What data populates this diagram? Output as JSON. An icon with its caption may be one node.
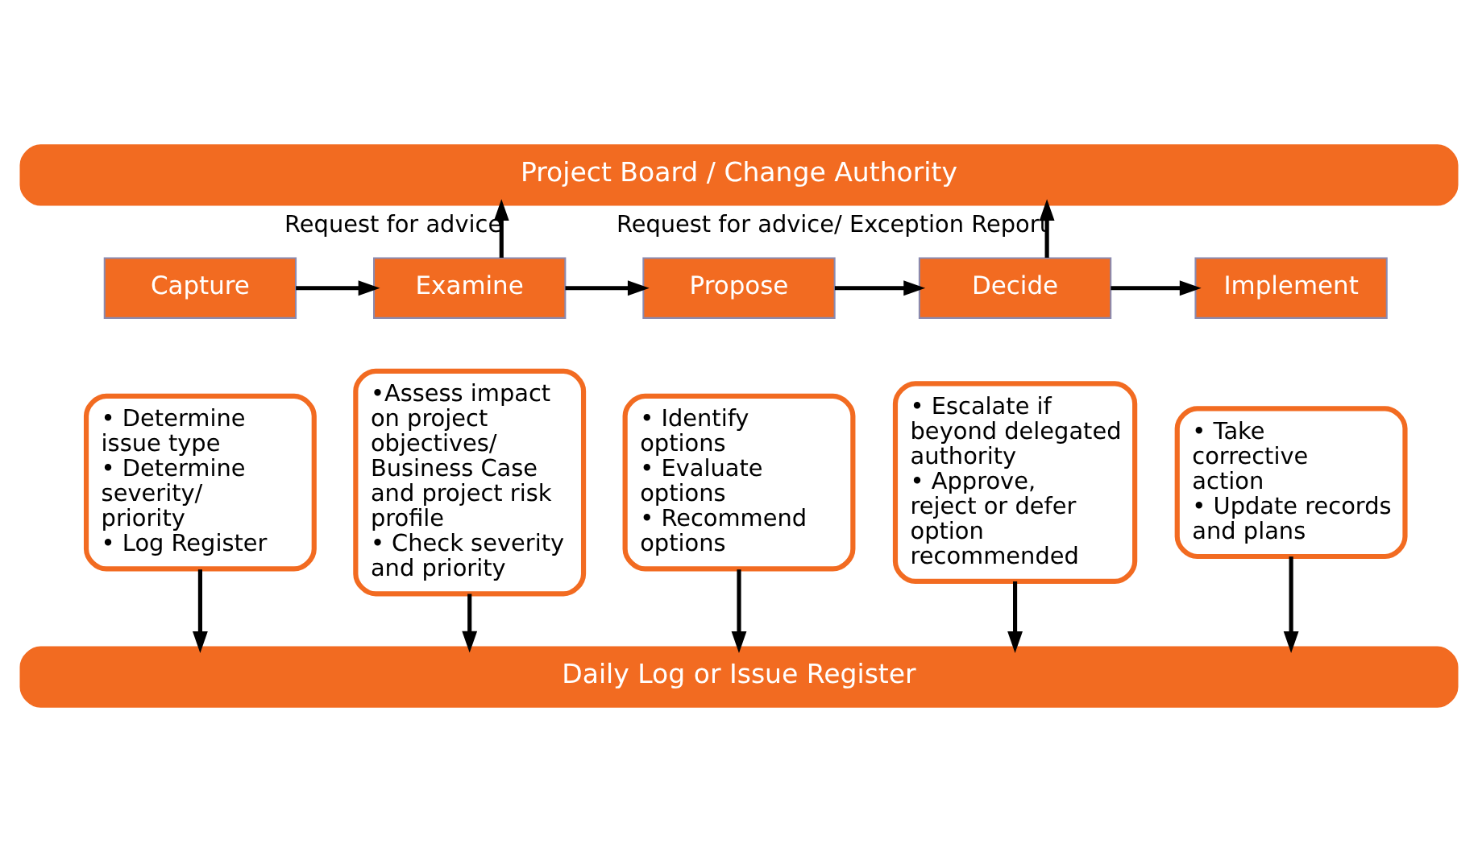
{
  "diagram": {
    "nodes": [
      {
        "text": [
          "Project Board / Change Authority"
        ]
      },
      {
        "text": [
          "Capture"
        ]
      },
      {
        "text": [
          "Examine"
        ]
      },
      {
        "text": [
          "Propose"
        ]
      },
      {
        "text": [
          "Decide"
        ]
      },
      {
        "text": [
          "Implement"
        ]
      },
      {
        "text": [
          "• Determine issue type",
          "• Determine severity/ priority",
          "• Log Register"
        ]
      },
      {
        "text": [
          "•Assess impact on project objectives/ Business Case and project risk  profile",
          "• Check severity and priority"
        ]
      },
      {
        "text": [
          "• Identify options",
          "• Evaluate options",
          "• Recommend options"
        ]
      },
      {
        "text": [
          "• Escalate if beyond delegated authority",
          "• Approve, reject or defer option recommended"
        ]
      },
      {
        "text": [
          "• Take corrective action",
          "• Update records and plans"
        ]
      },
      {
        "text": [
          "Daily Log or Issue Register"
        ]
      }
    ],
    "edges": [
      {
        "from": 1,
        "to": 2,
        "arrow": "to"
      },
      {
        "from": 2,
        "to": 3,
        "arrow": "to"
      },
      {
        "from": 3,
        "to": 4,
        "arrow": "to"
      },
      {
        "from": 4,
        "to": 5,
        "arrow": "to"
      },
      {
        "from": 2,
        "to": 0,
        "arrow": "to",
        "label": "Request for advice"
      },
      {
        "from": 4,
        "to": 0,
        "arrow": "to",
        "label": "Request for advice/ Exception Report"
      },
      {
        "from": 6,
        "to": 11,
        "arrow": "to"
      },
      {
        "from": 7,
        "to": 11,
        "arrow": "to"
      },
      {
        "from": 8,
        "to": 11,
        "arrow": "to"
      },
      {
        "from": 9,
        "to": 11,
        "arrow": "to"
      },
      {
        "from": 10,
        "to": 11,
        "arrow": "to"
      }
    ]
  }
}
